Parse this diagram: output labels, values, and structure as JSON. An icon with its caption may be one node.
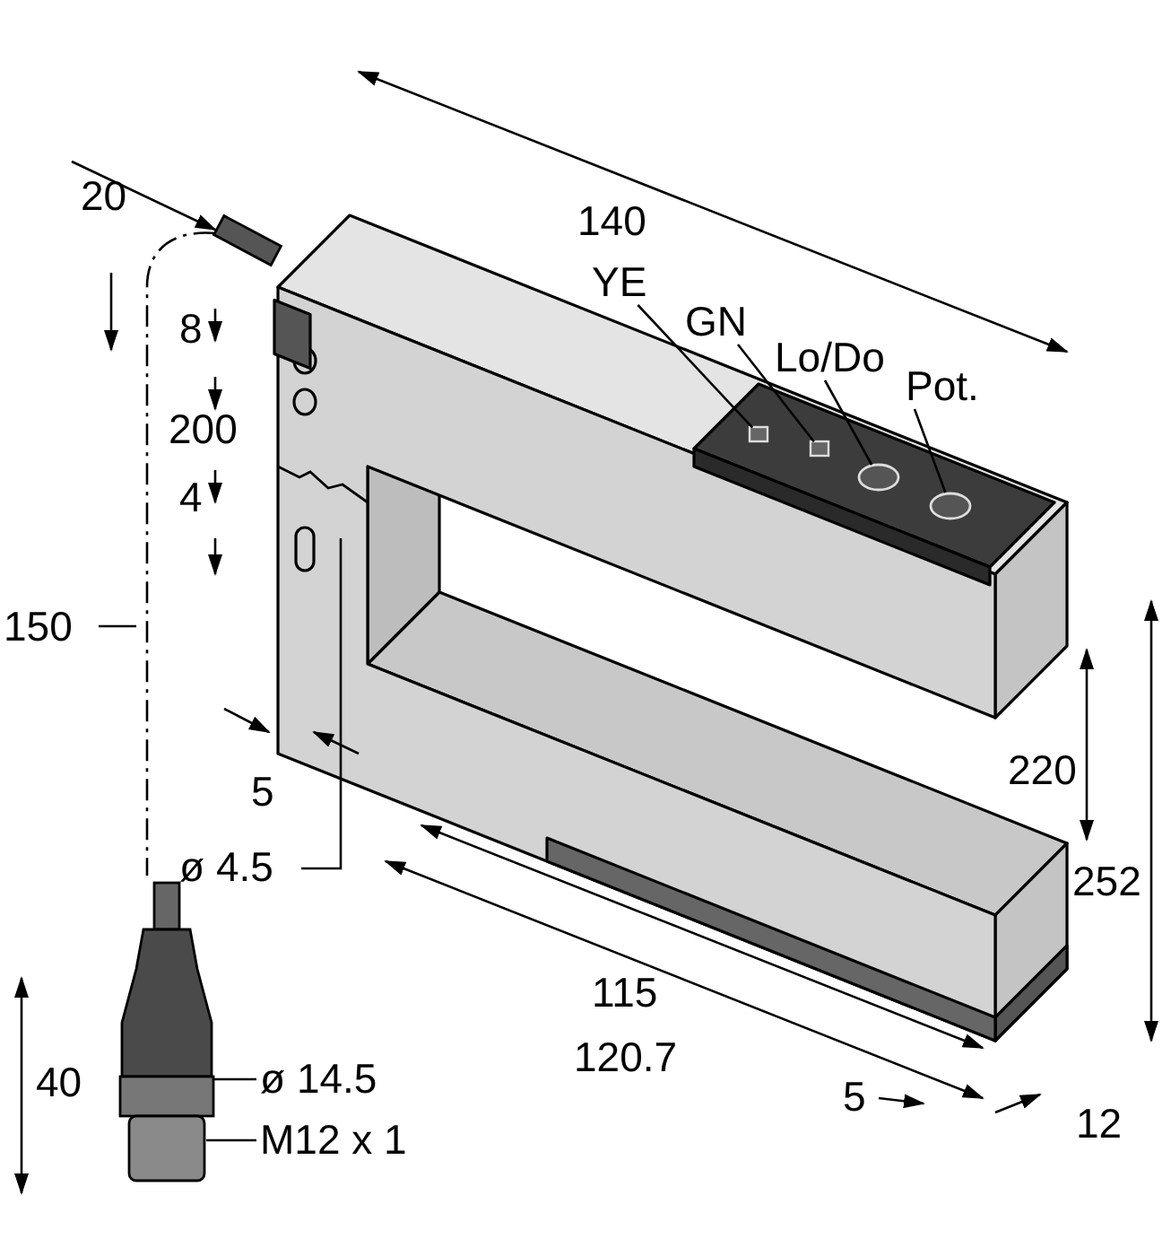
{
  "diagram": {
    "nodes": [
      {
        "text": [
          "YE"
        ]
      },
      {
        "text": [],
        "shape": "box"
      },
      {
        "text": [
          "GN"
        ]
      },
      {
        "text": [],
        "shape": "box"
      },
      {
        "text": [
          "Lo/Do"
        ]
      },
      {
        "text": [],
        "shape": "circle"
      },
      {
        "text": [
          "Pot."
        ]
      },
      {
        "text": [],
        "shape": "circle"
      },
      {
        "text": [
          "ø 14.5"
        ]
      },
      {
        "text": [
          "M12 x 1"
        ]
      }
    ],
    "edges": [
      {
        "from": 0,
        "to": 1,
        "arrow": "none"
      },
      {
        "from": 2,
        "to": 3,
        "arrow": "none"
      },
      {
        "from": 4,
        "to": 5,
        "arrow": "none"
      },
      {
        "from": 6,
        "to": 7,
        "arrow": "none"
      },
      {
        "from": 8,
        "to": null,
        "arrow": "none"
      },
      {
        "from": 9,
        "to": null,
        "arrow": "none"
      }
    ],
    "labels": [
      "20",
      "140",
      "8",
      "200",
      "4",
      "150",
      "5",
      "ø 4.5",
      "220",
      "252",
      "115",
      "120.7",
      "5",
      "12",
      "40"
    ]
  }
}
